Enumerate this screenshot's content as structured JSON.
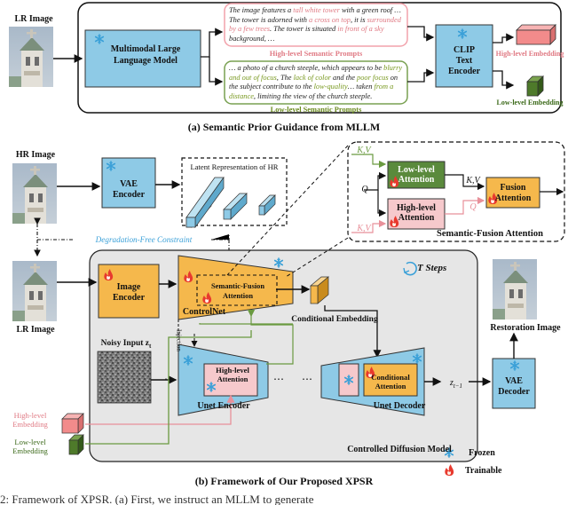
{
  "section_a": {
    "caption": "(a) Semantic Prior Guidance from MLLM",
    "lr_image_label": "LR Image",
    "mllm_label_1": "Multimodal Large",
    "mllm_label_2": "Language Model",
    "high_prompt": {
      "p1": "The image features a ",
      "h1": "tall white tower",
      "p2": " with a green roof … The tower is adorned with ",
      "h2": "a cross on top",
      "p3": ", it is ",
      "h3": "surrounded by a few trees",
      "p4": ". The tower is situated ",
      "h4": "in front of a sky",
      "p5": " background, …"
    },
    "high_prompt_title": "High-level Semantic Prompts",
    "low_prompt": {
      "p1": "… a photo of a church steeple, which appears to be ",
      "h1": "blurry and out of focus",
      "p2": ", The ",
      "h2": "lack of color",
      "p3": " and the ",
      "h3": "poor focus",
      "p4": " on the subject contribute to the ",
      "h4": "low-quality",
      "p5": "… taken ",
      "h5": "from a distance",
      "p6": ", limiting the view of the church steeple."
    },
    "low_prompt_title": "Low-level Semantic Prompts",
    "clip_label_1": "CLIP",
    "clip_label_2": "Text",
    "clip_label_3": "Encoder",
    "high_embedding": "High-level Embedding",
    "low_embedding": "Low-level Embedding"
  },
  "section_b": {
    "caption": "(b) Framework of Our Proposed XPSR",
    "hr_image_label": "HR Image",
    "lr_image_label": "LR Image",
    "vae_encoder_1": "VAE",
    "vae_encoder_2": "Encoder",
    "latent_title": "Latent Representation of HR",
    "degradation_label": "Degradation-Free Constraint",
    "image_encoder_1": "Image",
    "image_encoder_2": "Encoder",
    "controlnet_label": "ControlNet",
    "sfa_inner_1": "Semantic-Fusion",
    "sfa_inner_2": "Attention",
    "conditional_embedding": "Conditional Embedding",
    "t_steps": "T Steps",
    "noisy_input": "Noisy Input z",
    "noisy_sub": "t",
    "injection_label": "Injection",
    "unet_encoder": "Unet Encoder",
    "unet_decoder": "Unet Decoder",
    "high_attn_1": "High-level",
    "high_attn_2": "Attention",
    "cond_attn_1": "Conditional",
    "cond_attn_2": "Attention",
    "zt1": "z",
    "zt1_sub": "t−1",
    "vae_decoder_1": "VAE",
    "vae_decoder_2": "Decoder",
    "restoration_label": "Restoration Image",
    "high_level_emb_1": "High-level",
    "high_level_emb_2": "Embedding",
    "low_level_emb_1": "Low-level",
    "low_level_emb_2": "Embedding",
    "controlled_diffusion": "Controlled Diffusion Model",
    "frozen_label": "Frozen",
    "trainable_label": "Trainable",
    "ellipsis": "⋯"
  },
  "sfa_detail": {
    "title": "Semantic-Fusion Attention",
    "low_attn_1": "Low-level",
    "low_attn_2": "Attention",
    "high_attn_1": "High-level",
    "high_attn_2": "Attention",
    "fusion_1": "Fusion",
    "fusion_2": "Attention",
    "kv_top": "K,V",
    "kv_bottom": "K,V",
    "kv_right": "K,V",
    "q_left": "Q",
    "q_right": "Q"
  },
  "footer_text": "2: Framework of XPSR. (a) First, we instruct an MLLM to generate",
  "colors": {
    "blue_box": "#8ecae6",
    "orange_box": "#f5b84c",
    "green_box": "#5a8a3c",
    "pink_box": "#f6c9cc",
    "gray_panel": "#e6e6e6",
    "pink_embed": "#f28b8b",
    "green_embed": "#4e7a2a",
    "text_pink": "#e07a84",
    "text_green": "#6a8a1e",
    "frozen_icon": "#3aa0d8",
    "trainable_icon": "#e8392e"
  }
}
